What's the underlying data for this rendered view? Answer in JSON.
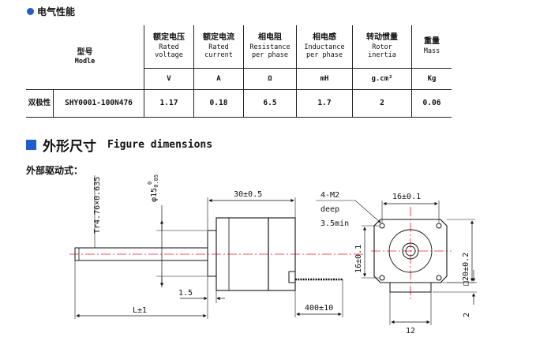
{
  "section1": {
    "title": "电气性能"
  },
  "table": {
    "model_header_cn": "型号",
    "model_header_en": "Modle",
    "columns": [
      {
        "cn": "额定电压",
        "en1": "Rated",
        "en2": "voltage",
        "unit": "V"
      },
      {
        "cn": "额定电流",
        "en1": "Rated",
        "en2": "current",
        "unit": "A"
      },
      {
        "cn": "相电阻",
        "en1": "Resistance",
        "en2": "per phase",
        "unit": "Ω"
      },
      {
        "cn": "相电感",
        "en1": "Inductance",
        "en2": "per phase",
        "unit": "mH"
      },
      {
        "cn": "转动惯量",
        "en1": "Rotor",
        "en2": "inertia",
        "unit": "g.cm²"
      },
      {
        "cn": "重量",
        "en1": "Mass",
        "en2": "",
        "unit": "Kg"
      }
    ],
    "row": {
      "type": "双极性",
      "model": "SHY0001-100N476",
      "values": [
        "1.17",
        "0.18",
        "6.5",
        "1.7",
        "2",
        "0.06"
      ]
    }
  },
  "section2": {
    "title_cn": "外形尺寸",
    "title_en": "Figure dimensions"
  },
  "subtitle": "外部驱动式：",
  "drawing": {
    "thread": "Tr4.76×0.635",
    "shaft_dia": "φ15",
    "shaft_tol_upper": "0",
    "shaft_tol_lower": "-0.05",
    "body_len": "30±0.5",
    "flange": "1.5",
    "total_len": "L±1",
    "lead_len": "400±10",
    "holes_1": "4-M2",
    "holes_2": "deep",
    "holes_3": "3.5min",
    "hole_spacing_h": "16±0.1",
    "hole_spacing_v": "16±0.1",
    "body_size": "□20±0.2",
    "conn_width": "12",
    "offset": "2"
  }
}
